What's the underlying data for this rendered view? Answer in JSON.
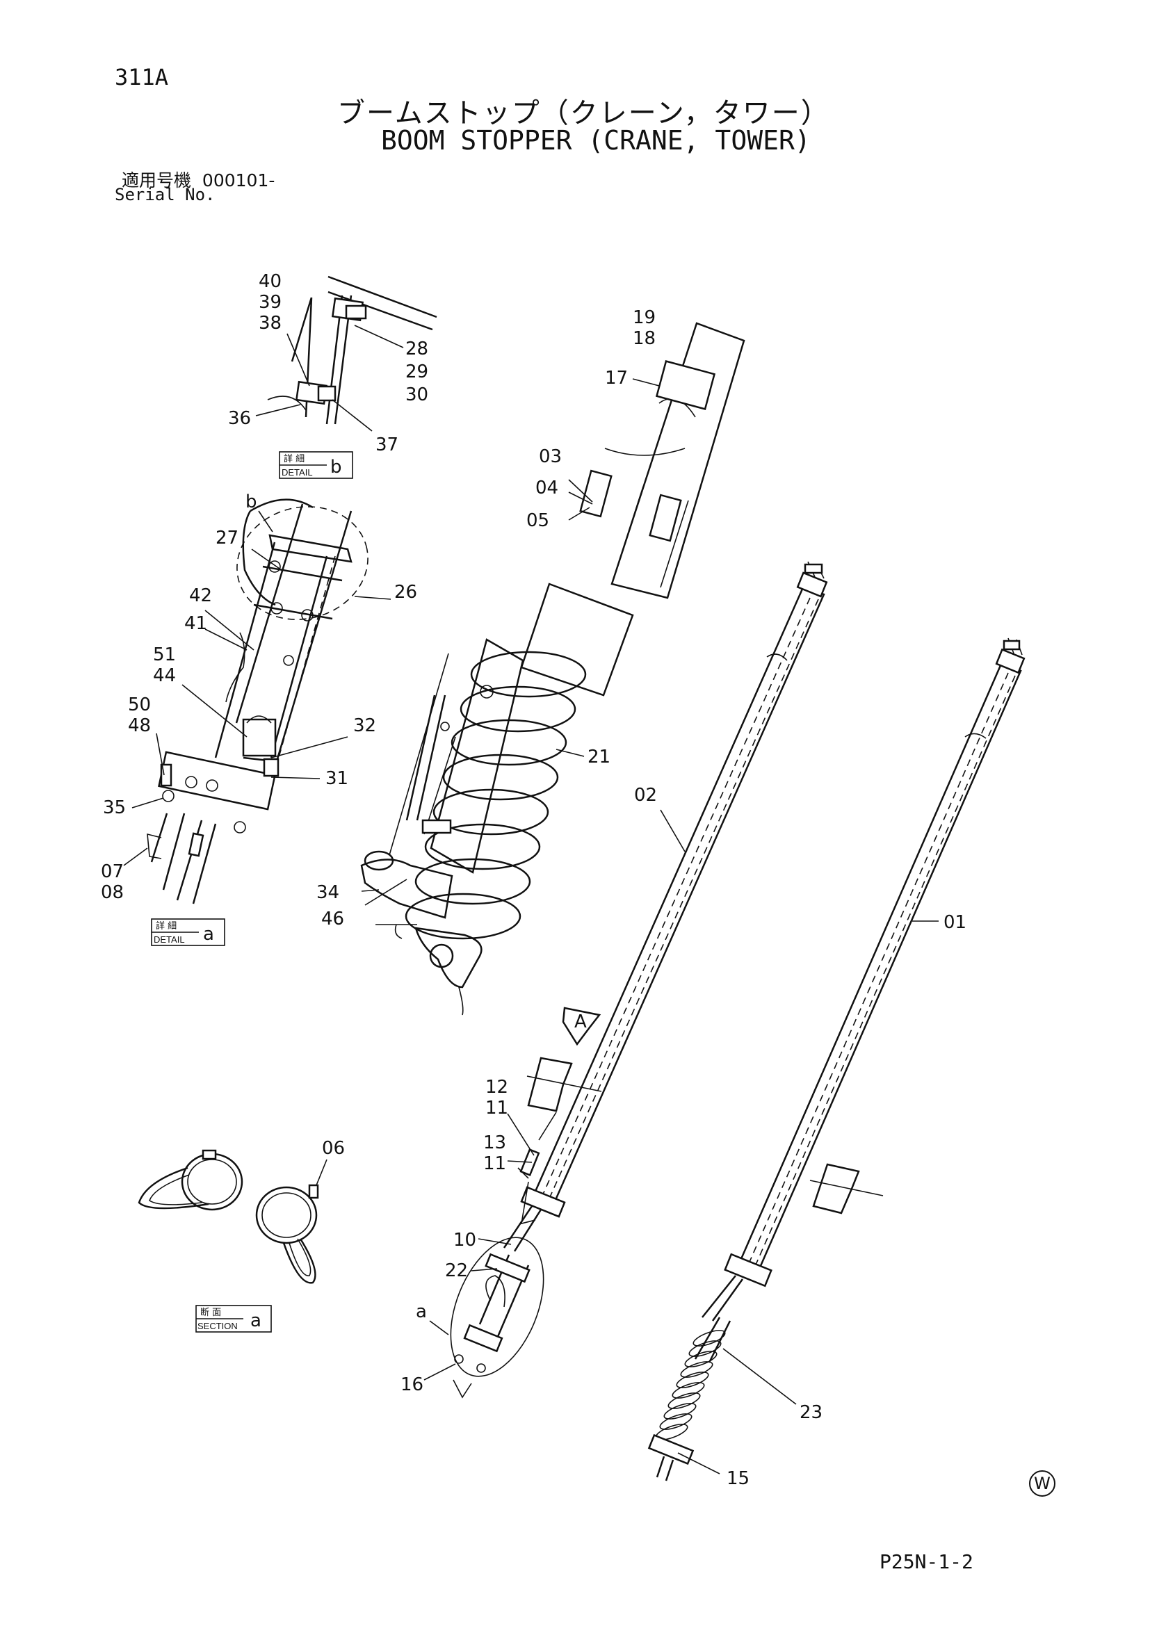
{
  "page_id": "311A",
  "title_jp": "ブームストップ（クレーン，タワー）",
  "title_en": "BOOM STOPPER (CRANE, TOWER)",
  "serial_label_jp": "適用号機",
  "serial_value": "000101-",
  "serial_label_en": "Serial No.",
  "page_code": "P25N-1-2",
  "mark": "W",
  "detail_boxes": {
    "detail_b": {
      "jp": "詳 細",
      "en": "DETAIL",
      "letter": "b"
    },
    "detail_a": {
      "jp": "詳 細",
      "en": "DETAIL",
      "letter": "a"
    },
    "section_a": {
      "jp": "断 面",
      "en": "SECTION",
      "letter": "a"
    }
  },
  "view_arrow": "A",
  "detail_markers": {
    "b": "b",
    "a": "a"
  },
  "callouts": {
    "c40": "40",
    "c39": "39",
    "c38": "38",
    "c28": "28",
    "c29": "29",
    "c30": "30",
    "c36": "36",
    "c37": "37",
    "c27": "27",
    "c26": "26",
    "c42": "42",
    "c41": "41",
    "c51": "51",
    "c44": "44",
    "c50": "50",
    "c48": "48",
    "c32": "32",
    "c31": "31",
    "c35": "35",
    "c07": "07",
    "c08": "08",
    "c19": "19",
    "c18": "18",
    "c17": "17",
    "c03": "03",
    "c04": "04",
    "c05": "05",
    "c21": "21",
    "c34": "34",
    "c46": "46",
    "c02": "02",
    "c01": "01",
    "c12": "12",
    "c11a": "11",
    "c13": "13",
    "c11b": "11",
    "c10": "10",
    "c22": "22",
    "c16": "16",
    "c23": "23",
    "c15": "15",
    "c06": "06"
  }
}
